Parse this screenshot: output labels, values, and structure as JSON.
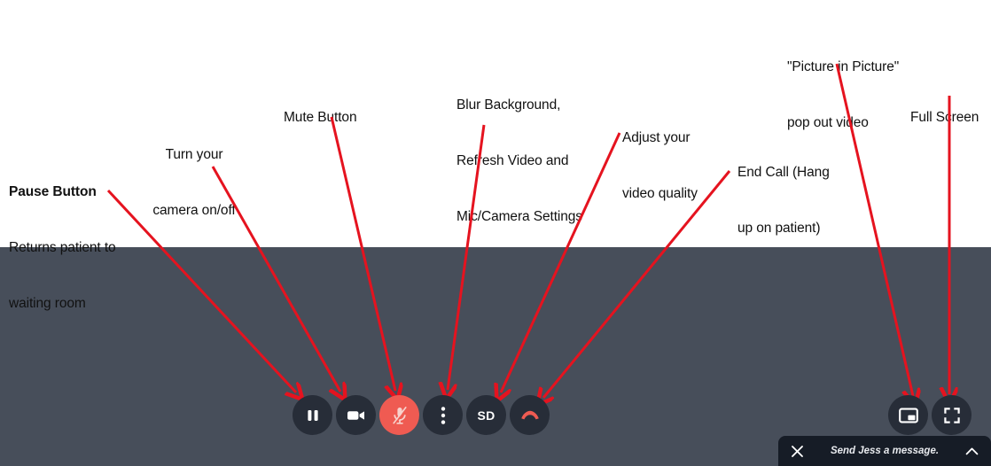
{
  "colors": {
    "video_background": "#474e5a",
    "page_background": "#ffffff",
    "annotation_arrow": "#e5131f",
    "annotation_text": "#111111",
    "control_button": "#272d38",
    "control_button_danger": "#ef5b52",
    "chat_bar": "#161c26"
  },
  "annotations": [
    {
      "id": "pause",
      "title": "Pause Button",
      "lines": [
        "Returns patient to",
        "waiting room"
      ]
    },
    {
      "id": "camera",
      "title": "",
      "lines": [
        "Turn your",
        "camera on/off"
      ]
    },
    {
      "id": "mute",
      "title": "",
      "lines": [
        "Mute Button"
      ]
    },
    {
      "id": "settings",
      "title": "",
      "lines": [
        "Blur Background,",
        "Refresh Video and",
        "Mic/Camera Settings"
      ]
    },
    {
      "id": "quality",
      "title": "",
      "lines": [
        "Adjust your",
        "video quality"
      ]
    },
    {
      "id": "endcall",
      "title": "",
      "lines": [
        "End Call (Hang",
        "up on patient)"
      ]
    },
    {
      "id": "pip",
      "title": "",
      "lines": [
        "\"Picture in Picture\"",
        "pop out video"
      ]
    },
    {
      "id": "fullscreen",
      "title": "",
      "lines": [
        "Full Screen"
      ]
    }
  ],
  "controls": {
    "primary": [
      {
        "name": "pause-button",
        "icon": "pause-icon",
        "text": "",
        "style": "dark"
      },
      {
        "name": "camera-toggle-button",
        "icon": "video-camera-icon",
        "text": "",
        "style": "dark"
      },
      {
        "name": "mute-button",
        "icon": "microphone-muted-icon",
        "text": "",
        "style": "danger"
      },
      {
        "name": "more-options-button",
        "icon": "kebab-menu-icon",
        "text": "",
        "style": "dark"
      },
      {
        "name": "video-quality-button",
        "icon": "sd-quality-icon",
        "text": "SD",
        "style": "dark"
      },
      {
        "name": "end-call-button",
        "icon": "hang-up-icon",
        "text": "",
        "style": "dark"
      }
    ],
    "secondary": [
      {
        "name": "picture-in-picture-button",
        "icon": "picture-in-picture-icon",
        "text": "",
        "style": "dark"
      },
      {
        "name": "full-screen-button",
        "icon": "full-screen-icon",
        "text": "",
        "style": "dark"
      }
    ]
  },
  "chat": {
    "close_icon": "close-icon",
    "prompt": "Send Jess a message.",
    "expand_icon": "chevron-up-icon"
  }
}
